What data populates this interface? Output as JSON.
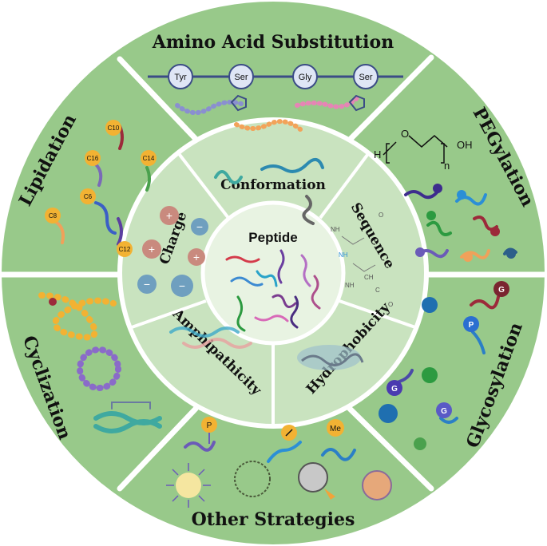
{
  "outer_sections": {
    "top": "Amino Acid Substitution",
    "top_right": "PEGylation",
    "bottom_right": "Glycosylation",
    "bottom": "Other Strategies",
    "bottom_left": "Cyclization",
    "top_left": "Lipidation"
  },
  "inner_sections": {
    "top": "Conformation",
    "right": "Sequence",
    "bottom_right": "Hydrophobicity",
    "bottom_left": "Amphipathicity",
    "left": "Charge"
  },
  "center": {
    "title": "Peptide"
  },
  "amino_acids": [
    "Tyr",
    "Ser",
    "Gly",
    "Ser"
  ],
  "lipid_tags": [
    "C10",
    "C16",
    "C14",
    "C6",
    "C8",
    "C12"
  ],
  "peg_formula": {
    "h": "H",
    "o": "O",
    "oh": "OH",
    "n": "n"
  },
  "glyco_tags": [
    "G",
    "P",
    "G",
    "G"
  ],
  "other_tags": [
    "P",
    "Me"
  ],
  "sequence_atoms": [
    "NH",
    "NH",
    "NH",
    "CH",
    "C",
    "O",
    "O"
  ],
  "colors": {
    "outer_ring": "#98c98a",
    "divider": "#ffffff",
    "inner_ring": "#c9e3bf",
    "center_disc": "#e8f3e2",
    "tag_fill": "#f2b233",
    "charge_positive": "#c98a7e",
    "charge_negative": "#6f9fbf"
  }
}
